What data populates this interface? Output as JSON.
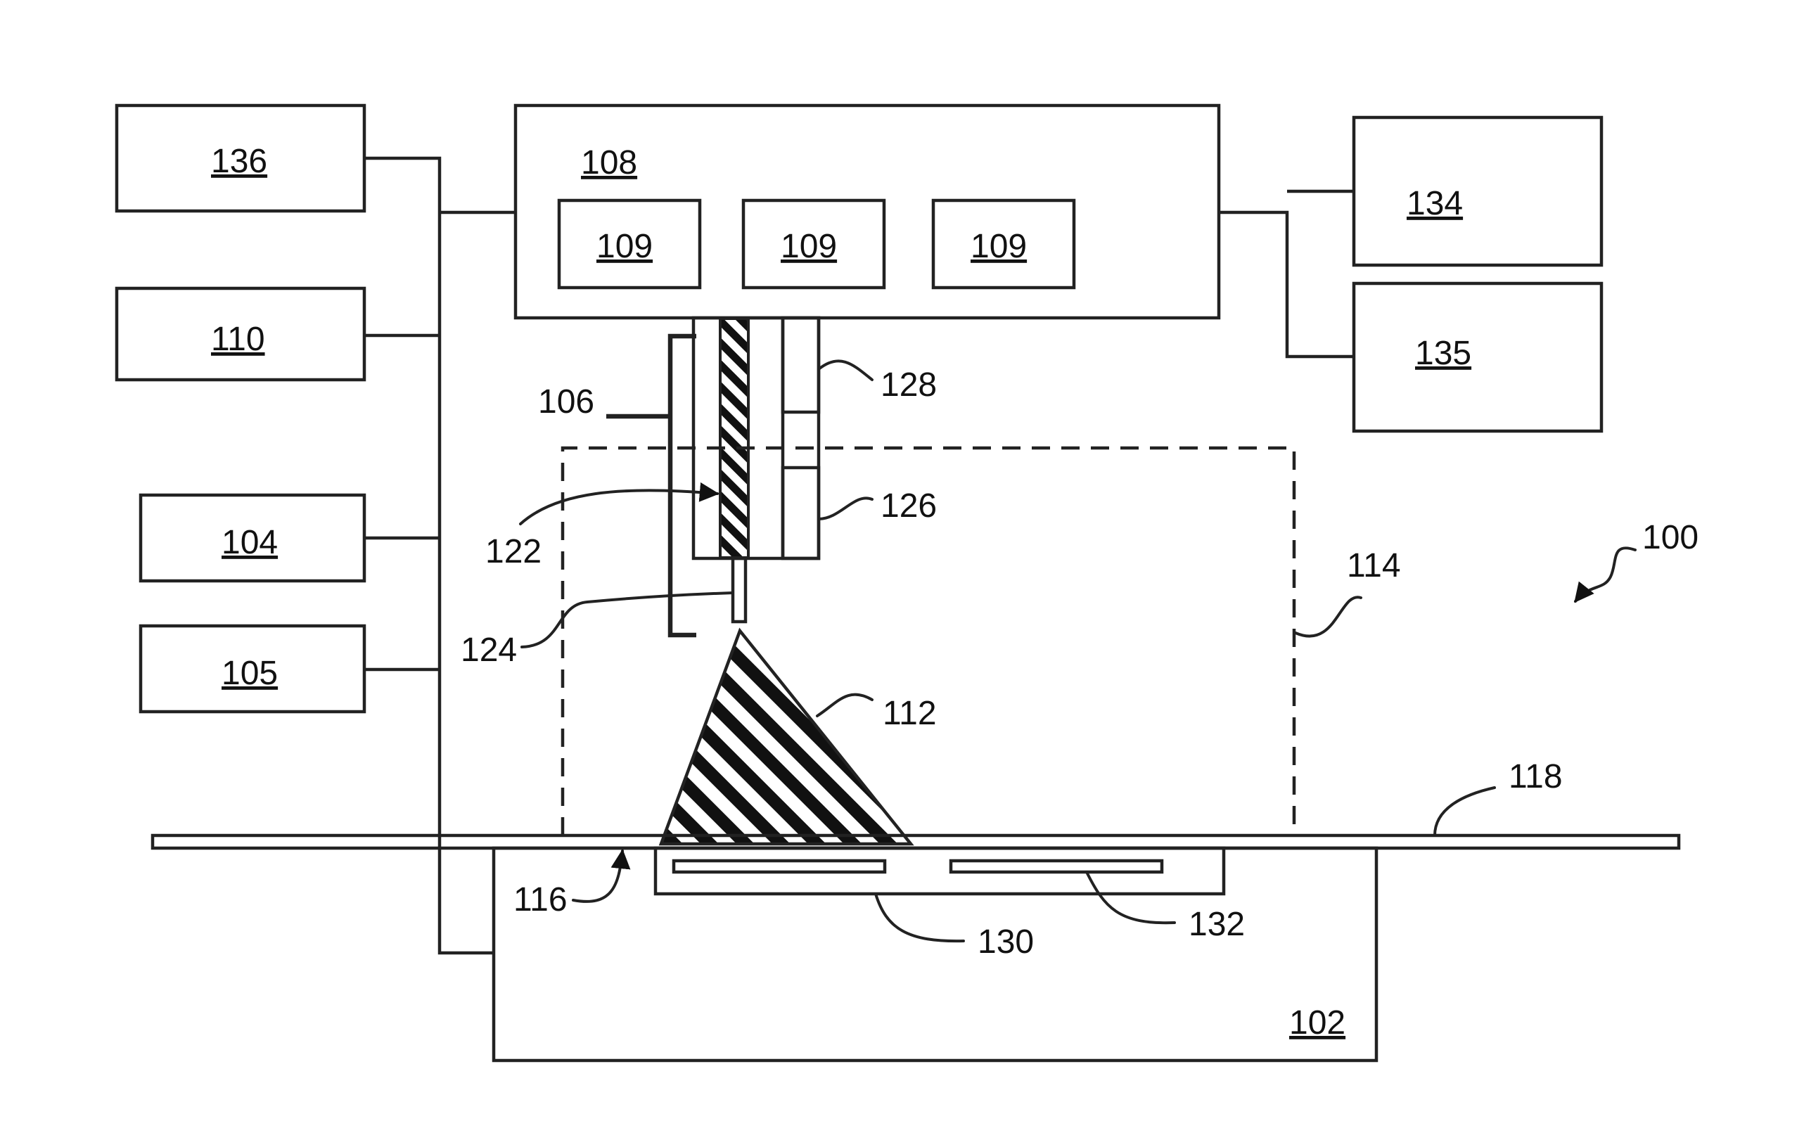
{
  "labels": {
    "l100": "100",
    "l102": "102",
    "l104": "104",
    "l105": "105",
    "l106": "106",
    "l108": "108",
    "l109": "109",
    "l110": "110",
    "l112": "112",
    "l114": "114",
    "l116": "116",
    "l118": "118",
    "l122": "122",
    "l124": "124",
    "l126": "126",
    "l128": "128",
    "l130": "130",
    "l132": "132",
    "l134": "134",
    "l135": "135",
    "l136": "136"
  },
  "colors": {
    "line": "#222222",
    "background": "#ffffff"
  }
}
